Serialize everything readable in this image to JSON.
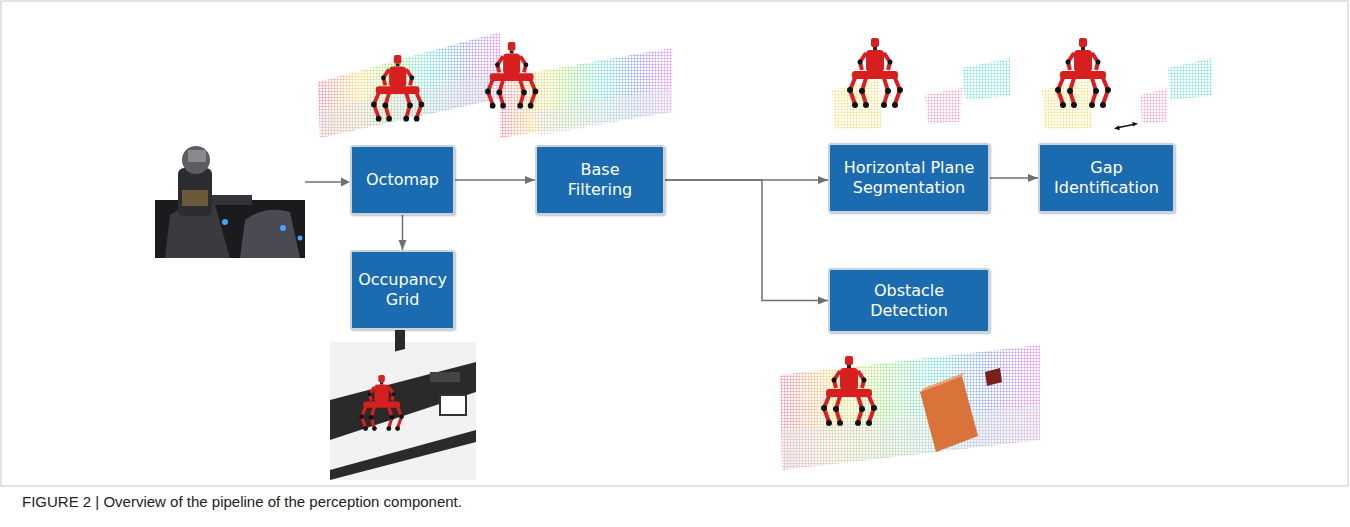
{
  "diagram": {
    "caption": "FIGURE 2 | Overview of the pipeline of the perception component.",
    "nodes": [
      {
        "text": [
          "Octomap"
        ]
      },
      {
        "text": [
          "Occupancy Grid"
        ]
      },
      {
        "text": [
          "Base Filtering"
        ]
      },
      {
        "text": [
          "Horizontal Plane Segmentation"
        ]
      },
      {
        "text": [
          "Gap Identification"
        ]
      },
      {
        "text": [
          "Obstacle Detection"
        ]
      }
    ],
    "edges": [
      {
        "from": 0,
        "to": 2,
        "arrow": "to"
      },
      {
        "from": 0,
        "to": 1,
        "arrow": "to"
      },
      {
        "from": 2,
        "to": 3,
        "arrow": "to"
      },
      {
        "from": 2,
        "to": 5,
        "arrow": "to"
      },
      {
        "from": 3,
        "to": 4,
        "arrow": "to"
      }
    ]
  }
}
